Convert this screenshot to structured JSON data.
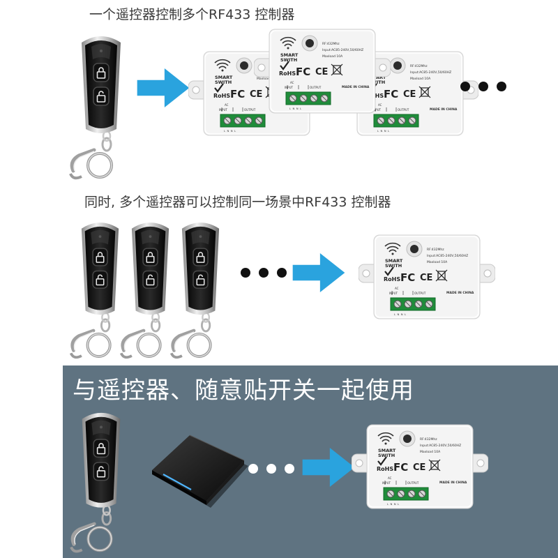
{
  "captions": {
    "one_to_many": "一个遥控器控制多个RF433 控制器",
    "many_to_one": "同时, 多个遥控器可以控制同一场景中RF433 控制器",
    "with_switch": "与遥控器、随意贴开关一起使用"
  },
  "module_labels": {
    "brand_line1": "SMART",
    "brand_line2": "SWITH",
    "rohs": "RoHS",
    "fc": "FC",
    "ce": "CE",
    "spec_freq": "RF:432Mhz",
    "spec_input": "Input:AC85-240V,50/60HZ",
    "spec_load": "Maxload 10A",
    "made_in": "MADE IN CHINA",
    "ac": "AC",
    "input": "INPUT",
    "output": "OUTPUT",
    "terminals": "L  N  N  L"
  },
  "colors": {
    "arrow": "#2aa3de",
    "panel": "#5f7381",
    "module_body": "#f4f4f4",
    "terminal_green": "#1f8c3a",
    "remote_body": "#1a1a1a"
  },
  "icons": {
    "lock": "lock-icon",
    "unlock": "unlock-icon",
    "wifi": "wifi-icon",
    "arrow": "arrow-right-icon"
  }
}
